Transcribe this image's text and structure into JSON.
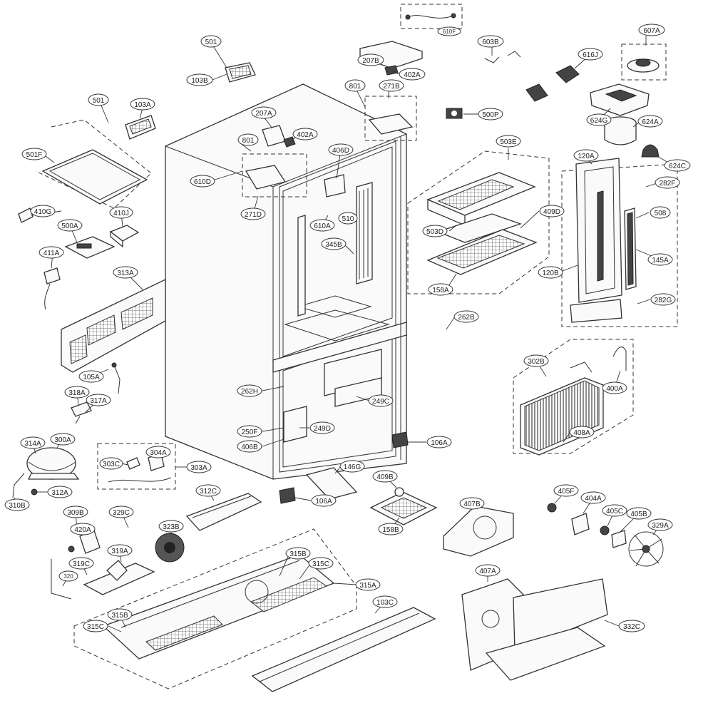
{
  "labels": {
    "p610F": "610F",
    "p603B": "603B",
    "p607A": "607A",
    "p501a": "501",
    "p207B": "207B",
    "p402Aa": "402A",
    "p616J": "616J",
    "p103B": "103B",
    "p801a": "801",
    "p271B": "271B",
    "p500P": "500P",
    "p501b": "501",
    "p103A": "103A",
    "p207A": "207A",
    "p402Ab": "402A",
    "p624G": "624G",
    "p624A": "624A",
    "p801b": "801",
    "p406D": "406D",
    "p503E": "503E",
    "p501F": "501F",
    "p610D": "610D",
    "p120A": "120A",
    "p624C": "624C",
    "p271D": "271D",
    "p282F": "282F",
    "p410G": "410G",
    "p410J": "410J",
    "p610A": "610A",
    "p510": "510",
    "p409D": "409D",
    "p508": "508",
    "p500A": "500A",
    "p503D": "503D",
    "p345B": "345B",
    "p411A": "411A",
    "p145A": "145A",
    "p313A": "313A",
    "p120B": "120B",
    "p158A": "158A",
    "p282G": "282G",
    "p262B": "262B",
    "p302B": "302B",
    "p105A": "105A",
    "p400A": "400A",
    "p262H": "262H",
    "p318A": "318A",
    "p249C": "249C",
    "p317A": "317A",
    "p250F": "250F",
    "p249D": "249D",
    "p408A": "408A",
    "p406B": "406B",
    "p106Aa": "106A",
    "p314A": "314A",
    "p300A": "300A",
    "p303C": "303C",
    "p304A": "304A",
    "p303A": "303A",
    "p146G": "146G",
    "p409B": "409B",
    "p312C": "312C",
    "p106Ab": "106A",
    "p312A": "312A",
    "p310B": "310B",
    "p405F": "405F",
    "p404A": "404A",
    "p407B": "407B",
    "p309B": "309B",
    "p329C": "329C",
    "p405C": "405C",
    "p405B": "405B",
    "p420A": "420A",
    "p323B": "323B",
    "p158B": "158B",
    "p329A": "329A",
    "p319A": "319A",
    "p315Ba": "315B",
    "p319C": "319C",
    "p315Ca": "315C",
    "p407A": "407A",
    "p320": "320",
    "p315A": "315A",
    "p103C": "103C",
    "p315Bb": "315B",
    "p315Cb": "315C",
    "p332C": "332C"
  }
}
